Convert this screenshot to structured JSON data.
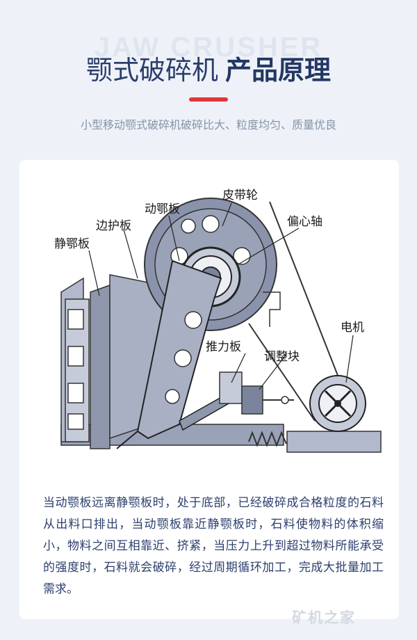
{
  "header": {
    "watermark": "JAW CRUSHER",
    "title_main": "颚式破碎机",
    "title_emphasis": "产品原理",
    "subtitle": "小型移动颚式破碎机破碎比大、粒度均匀、质量优良"
  },
  "diagram": {
    "labels": {
      "pulley": "皮带轮",
      "moving_jaw": "动鄂板",
      "side_guard": "边护板",
      "fixed_jaw": "静鄂板",
      "eccentric_shaft": "偏心轴",
      "motor": "电机",
      "toggle_plate": "推力板",
      "adjust_block": "调整块"
    }
  },
  "description": "当动颚板远离静颚板时，处于底部，已经破碎成合格粒度的石料从出料口排出，当动颚板靠近静颚板时，石料使物料的体积缩小，物料之间互相靠近、挤紧，当压力上升到超过物料所能承受的强度时，石料就会破碎，经过周期循环加工，完成大批量加工需求。",
  "brand": "矿机之家",
  "colors": {
    "title": "#2a3d6b",
    "accent": "#e3363d",
    "machine_fill": "#a9b0c4",
    "machine_dark": "#7b849c"
  }
}
